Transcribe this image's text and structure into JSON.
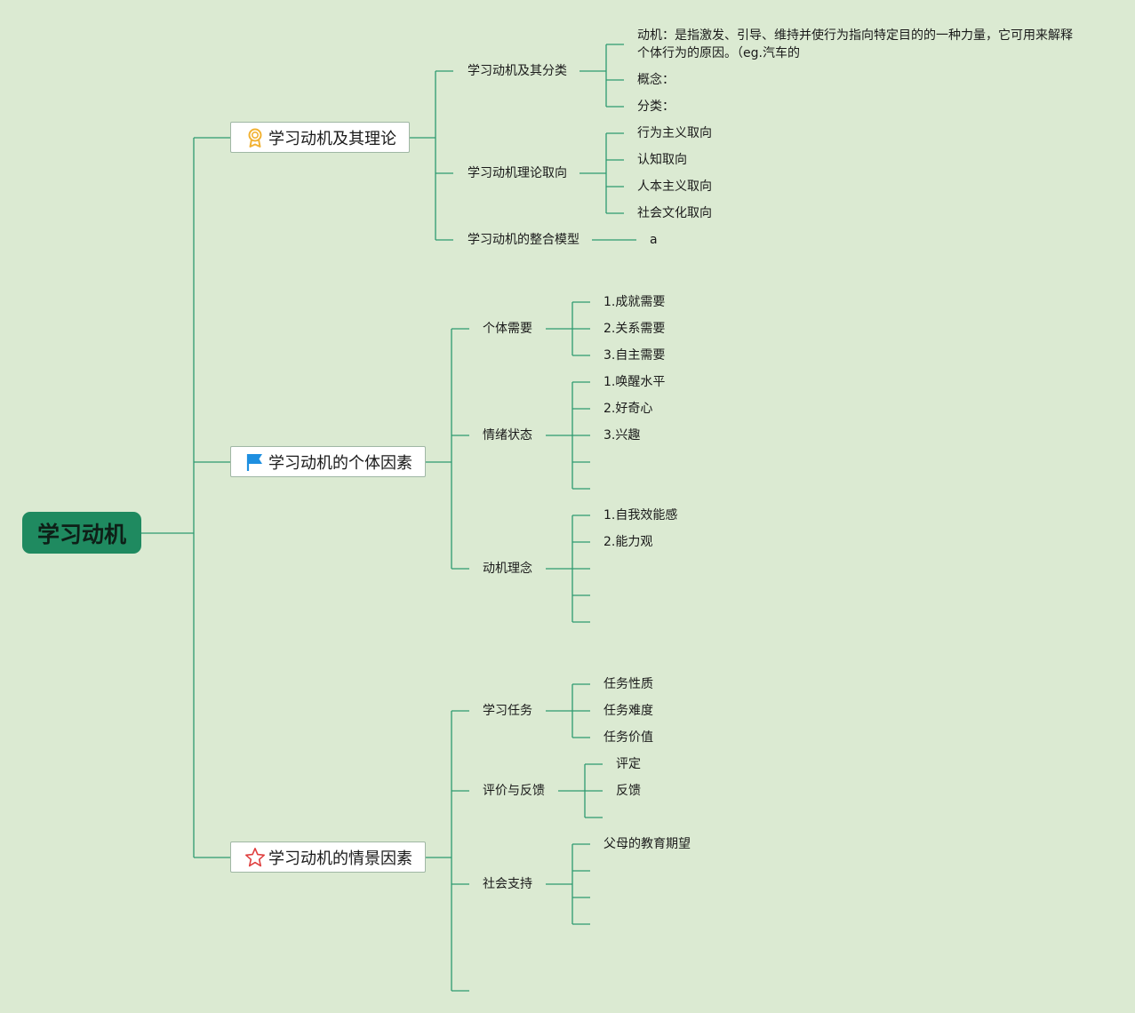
{
  "root": {
    "label": "学习动机"
  },
  "branches": [
    {
      "label": "学习动机及其理论",
      "icon": "award-ribbon-icon",
      "children": [
        {
          "label": "学习动机及其分类",
          "leaves": [
            "动机：是指激发、引导、维持并使行为指向特定目的的一种力量，它可用来解释个体行为的原因。（eg.汽车的",
            "概念：",
            "分类："
          ]
        },
        {
          "label": "学习动机理论取向",
          "leaves": [
            "行为主义取向",
            "认知取向",
            "人本主义取向",
            "社会文化取向"
          ]
        },
        {
          "label": "学习动机的整合模型",
          "leaves": [
            "a"
          ]
        }
      ]
    },
    {
      "label": "学习动机的个体因素",
      "icon": "flag-icon",
      "children": [
        {
          "label": "个体需要",
          "leaves": [
            "1.成就需要",
            "2.关系需要",
            "3.自主需要"
          ]
        },
        {
          "label": "情绪状态",
          "leaves": [
            "1.唤醒水平",
            "2.好奇心",
            "3.兴趣",
            "",
            ""
          ]
        },
        {
          "label": "动机理念",
          "leaves": [
            "1.自我效能感",
            "2.能力观",
            "",
            "",
            ""
          ]
        }
      ]
    },
    {
      "label": "学习动机的情景因素",
      "icon": "star-icon",
      "children": [
        {
          "label": "学习任务",
          "leaves": [
            "任务性质",
            "任务难度",
            "任务价值"
          ]
        },
        {
          "label": "评价与反馈",
          "leaves": [
            "评定",
            "反馈",
            ""
          ]
        },
        {
          "label": "社会支持",
          "leaves": [
            "父母的教育期望",
            "",
            "",
            ""
          ]
        },
        {
          "label": "",
          "leaves": []
        }
      ]
    }
  ],
  "colors": {
    "background": "#dbead2",
    "root_fill": "#1f8a60",
    "line": "#2e9a70",
    "l1_border": "#9fb7a4",
    "icon_gold": "#f2b233",
    "icon_blue": "#1e8fe0",
    "icon_red": "#e04040"
  }
}
